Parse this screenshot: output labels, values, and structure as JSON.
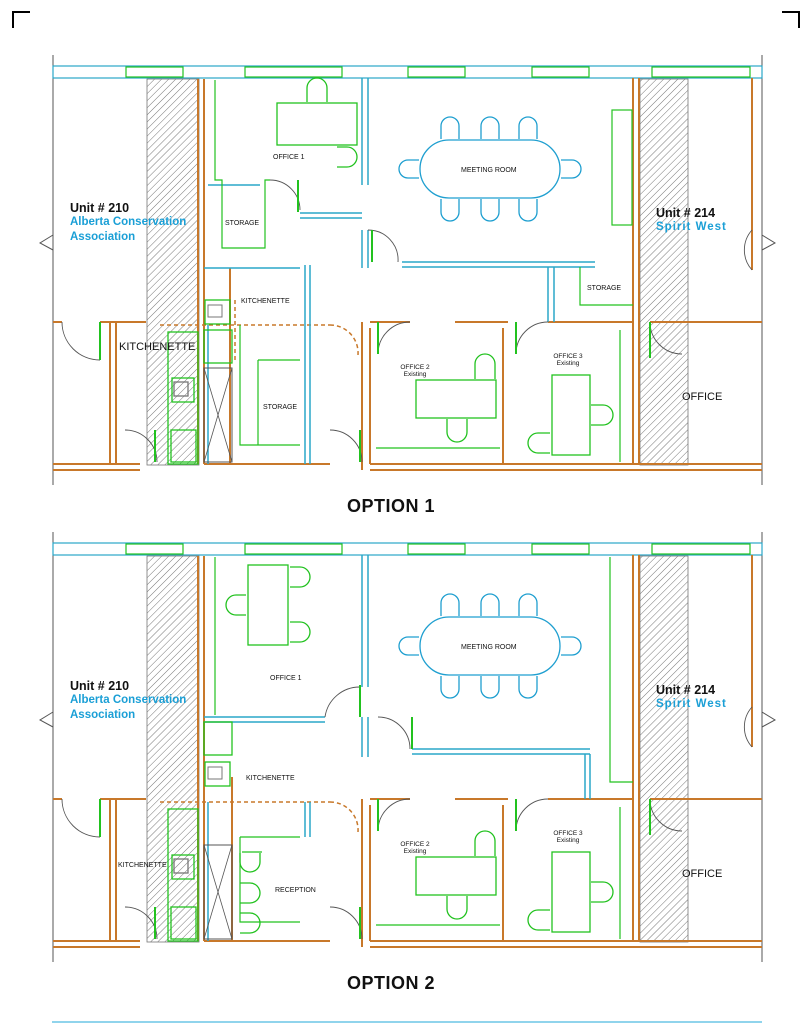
{
  "options": [
    {
      "caption": "OPTION 1",
      "rooms": {
        "office1": "OFFICE 1",
        "meeting": "MEETING ROOM",
        "storage_a": "STORAGE",
        "kitchenette_a": "KITCHENETTE",
        "storage_b": "STORAGE",
        "kitchenette_b": "KITCHENETTE",
        "storage_c": "STORAGE",
        "office2": "OFFICE 2",
        "office2_sub": "Existing",
        "office3": "OFFICE 3",
        "office3_sub": "Existing",
        "office_right": "OFFICE"
      },
      "unit_left": {
        "number": "Unit # 210",
        "name_line1": "Alberta Conservation",
        "name_line2": "Association"
      },
      "unit_right": {
        "number": "Unit # 214",
        "name": "Spirit West"
      }
    },
    {
      "caption": "OPTION 2",
      "rooms": {
        "office1": "OFFICE 1",
        "meeting": "MEETING ROOM",
        "kitchenette_a": "KITCHENETTE",
        "kitchenette_b": "KITCHENETTE",
        "reception": "RECEPTION",
        "office2": "OFFICE 2",
        "office2_sub": "Existing",
        "office3": "OFFICE 3",
        "office3_sub": "Existing",
        "office_right": "OFFICE"
      },
      "unit_left": {
        "number": "Unit # 210",
        "name_line1": "Alberta Conservation",
        "name_line2": "Association"
      },
      "unit_right": {
        "number": "Unit # 214",
        "name": "Spirit West"
      }
    }
  ],
  "colors": {
    "wall_orange": "#c8782a",
    "partition_cyan": "#2aa7c9",
    "furniture_green": "#22c21f",
    "furniture_blue": "#1f9fd0",
    "unit_name_blue": "#1a9fd6"
  }
}
